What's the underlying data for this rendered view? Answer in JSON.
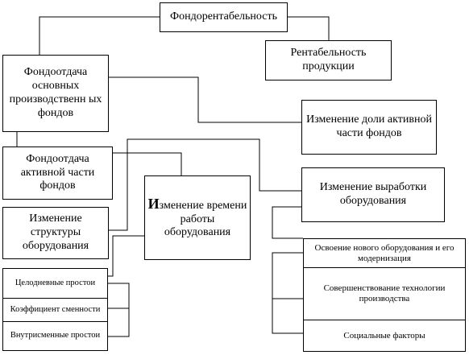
{
  "diagram": {
    "root": "Фондорентабельность",
    "product_profitability": "Рентабельность продукции",
    "capital_productivity_fixed": "Фондоотдача основных производственн ых фондов",
    "active_share_change": "Изменение доли активной части фондов",
    "capital_productivity_active": "Фондоотдача активной части фондов",
    "equipment_time_change": "Изменение времени работы оборудования",
    "equipment_output_change": "Изменение выработки оборудования",
    "equipment_structure_change": "Изменение структуры оборудования",
    "downtime_factors": [
      "Целодневные простои",
      "Коэффициент сменности",
      "Внутрисменные простои"
    ],
    "output_factors": [
      "Освоение нового оборудования и его модернизация",
      "Совершенствование технологии производства",
      "Социальные факторы"
    ]
  }
}
